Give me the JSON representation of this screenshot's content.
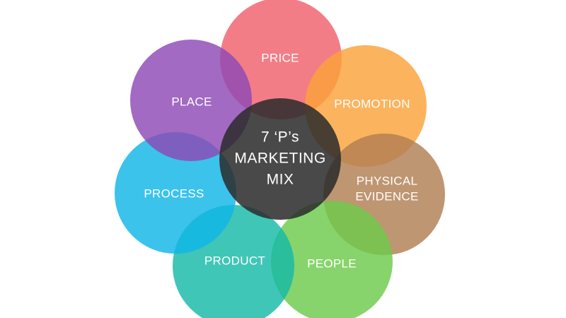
{
  "center": {
    "lines": [
      "7 ‘P’s",
      "MARKETING",
      "MIX"
    ],
    "color": "#2b2b2b"
  },
  "petals": [
    {
      "id": "price",
      "lines": [
        "PRICE"
      ],
      "color": "#f0606b"
    },
    {
      "id": "promotion",
      "lines": [
        "PROMOTION"
      ],
      "color": "#fba23a"
    },
    {
      "id": "physical-evidence",
      "lines": [
        "PHYSICAL",
        "EVIDENCE"
      ],
      "color": "#b17f53"
    },
    {
      "id": "people",
      "lines": [
        "PEOPLE"
      ],
      "color": "#6ccb4c"
    },
    {
      "id": "product",
      "lines": [
        "PRODUCT"
      ],
      "color": "#16b9a7"
    },
    {
      "id": "process",
      "lines": [
        "PROCESS"
      ],
      "color": "#10b6e7"
    },
    {
      "id": "place",
      "lines": [
        "PLACE"
      ],
      "color": "#8e49b6"
    }
  ]
}
